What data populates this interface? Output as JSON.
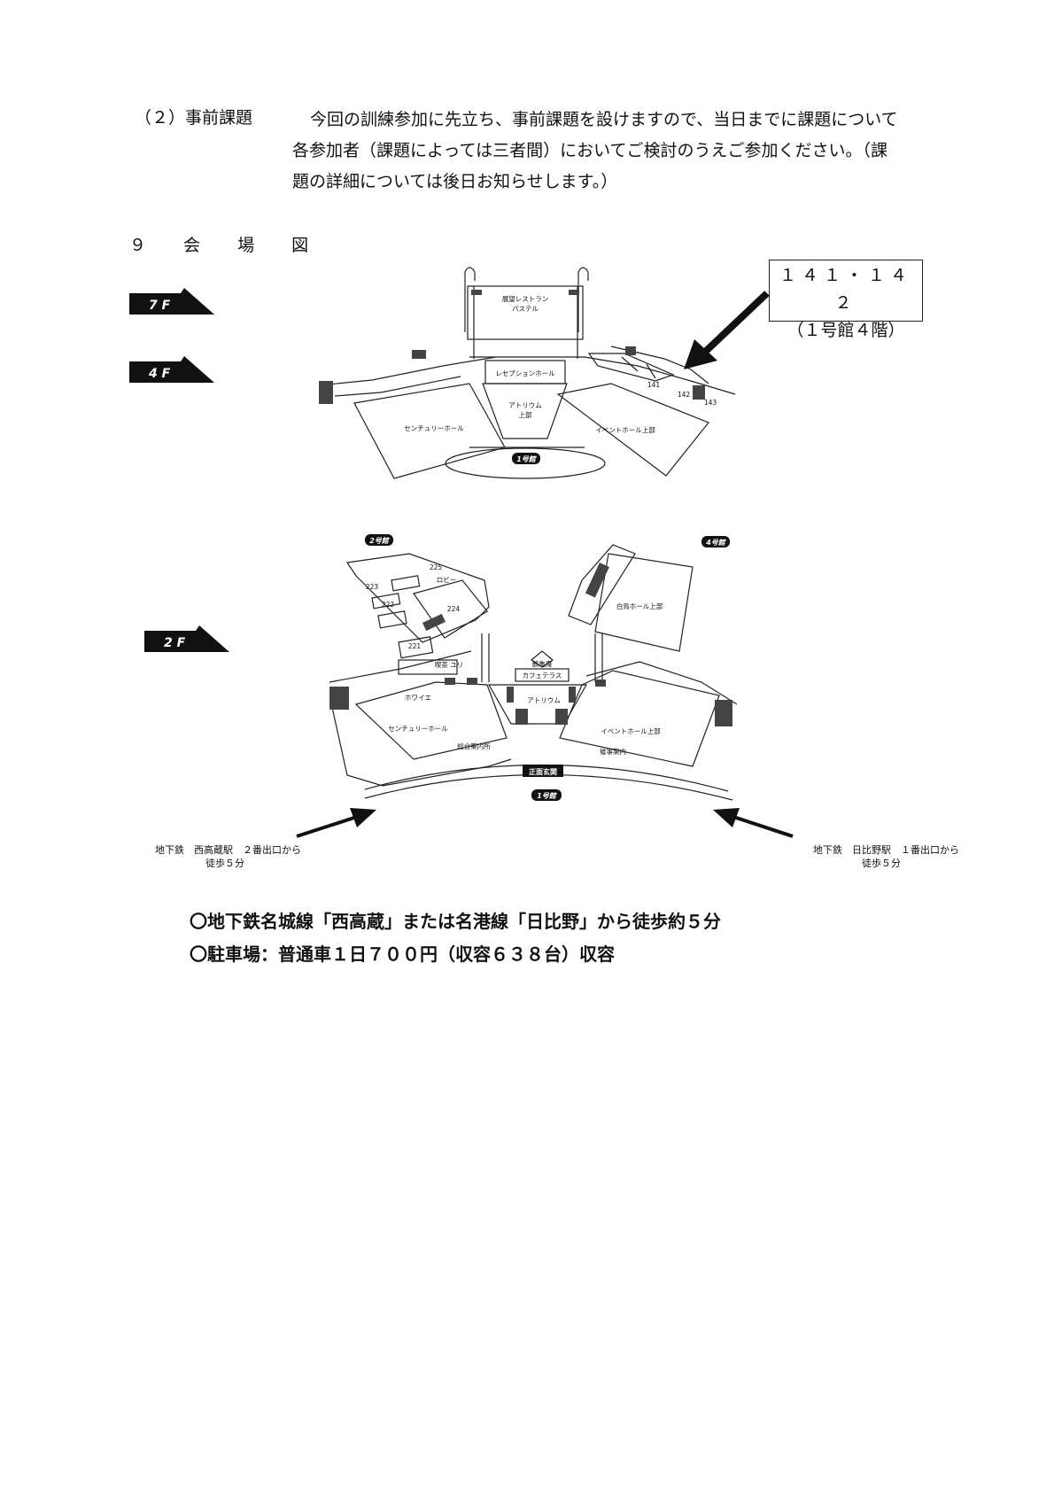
{
  "section2": {
    "label": "（２）事前課題",
    "lines": [
      "今回の訓練参加に先立ち、事前課題を設けますので、当日までに課題について",
      "各参加者（課題によっては三者間）においてご検討のうえご参加ください。（課",
      "題の詳細については後日お知らせします。）"
    ]
  },
  "section9": {
    "title": "９ 会 場 図"
  },
  "floors": {
    "f7": "7 F",
    "f4": "4 F",
    "f2": "2 F"
  },
  "callout": {
    "rooms": "１４１・１４２",
    "location": "（１号館４階）"
  },
  "upper_map": {
    "banquet": [
      "展望レストラン",
      "パステル"
    ],
    "reception": "レセプションホール",
    "atrium_upper": [
      "アトリウム",
      "上部"
    ],
    "century": "センチュリーホール",
    "event_upper": "イベントホール上部",
    "building1": "1号館",
    "rooms": [
      "141",
      "142",
      "143"
    ]
  },
  "lower_map": {
    "building2": "2号館",
    "building4": "4号館",
    "building1": "1号館",
    "rooms": [
      "225",
      "223",
      "222",
      "224",
      "221"
    ],
    "lobby": "ロビー",
    "shiratori_upper": "白鳥ホール上部",
    "crane": "鶴亀庵",
    "cafe": "カフェテラス",
    "atrium": "アトリウム",
    "century": "センチュリーホール",
    "event_upper": "イベントホール上部",
    "foyer": "ホワイエ",
    "info_left": "総合案内所",
    "info_right": "催事案内",
    "lily": "喫茶 ユリ",
    "main_entrance": "正面玄関"
  },
  "stations": {
    "left": [
      "地下鉄　西高蔵駅　２番出口から",
      "徒歩５分"
    ],
    "right": [
      "地下鉄　日比野駅　１番出口から",
      "徒歩５分"
    ]
  },
  "access": [
    "〇地下鉄名城線「西高蔵」または名港線「日比野」から徒歩約５分",
    "〇駐車場：普通車１日７００円（収容６３８台）収容"
  ]
}
